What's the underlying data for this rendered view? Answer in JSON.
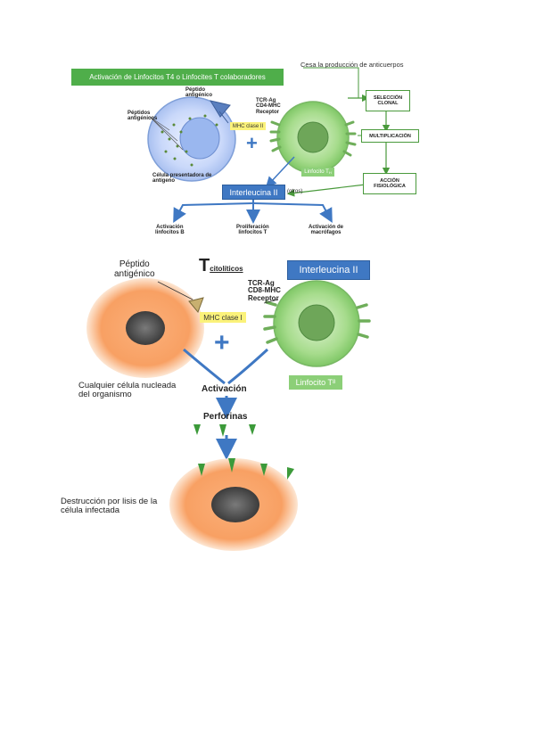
{
  "panel1": {
    "banner": "Activación de Linfocitos T4 o Linfocites T colaboradores",
    "top_note": "Cesa la producción de anticuerpos",
    "peptido": "Péptido\nantigénico",
    "peptidos": "Péptidos\nantigénicos",
    "mhc": "MHC clase II",
    "tcr": "TCR-Ag\nCD4-MHC\nReceptor",
    "celula_presentadora": "Célula presentadora de\nantígeno",
    "linfocito": "Linfocito T",
    "linfocito_sub": "H",
    "interleucina": "Interleucina II",
    "otros": "(otros)",
    "plus": "+",
    "seleccion": "SELECCIÓN\nCLONAL",
    "multiplicacion": "MULTIPLICACIÓN",
    "accion": "ACCIÓN\nFISIOLÓGICA",
    "outcomes": [
      "Activación\nlinfocitos B",
      "Proliferación\nlinfocitos T",
      "Activación de\nmacrófagos"
    ]
  },
  "panel2": {
    "title_T": "T",
    "title_sub": "citolíticos",
    "interleucina": "Interleucina II",
    "peptido": "Péptido\nantigénico",
    "mhc": "MHC clase I",
    "tcr": "TCR-Ag\nCD8-MHC\nReceptor",
    "plus": "+",
    "linfocito": "Linfocito T",
    "linfocito_sub": "8",
    "cualquier": "Cualquier célula nucleada\ndel organismo",
    "activacion": "Activación",
    "perforinas": "Perforinas",
    "destruccion": "Destrucción por lisis de la\ncélula infectada"
  },
  "colors": {
    "green": "#4fae4a",
    "blue": "#3f78c3",
    "yellow": "#fbf27a",
    "orange": "#f7a061",
    "lightgreen": "#8ccf78"
  }
}
